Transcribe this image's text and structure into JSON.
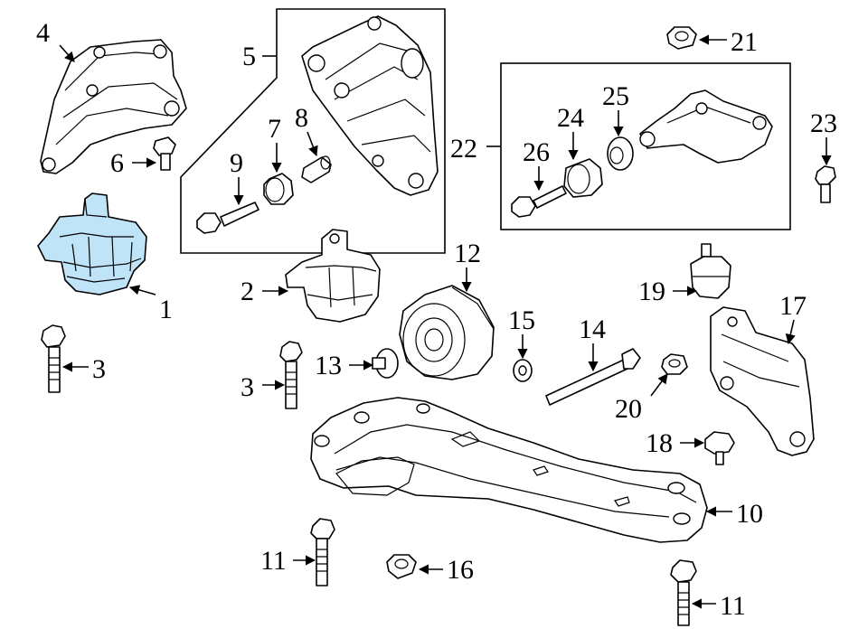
{
  "diagram": {
    "highlight_color": "#bfe3f7",
    "line_color": "#000000",
    "background": "#ffffff",
    "callouts": [
      {
        "id": "c1",
        "text": "1"
      },
      {
        "id": "c2",
        "text": "2"
      },
      {
        "id": "c3a",
        "text": "3"
      },
      {
        "id": "c3b",
        "text": "3"
      },
      {
        "id": "c4",
        "text": "4"
      },
      {
        "id": "c5",
        "text": "5"
      },
      {
        "id": "c6",
        "text": "6"
      },
      {
        "id": "c7",
        "text": "7"
      },
      {
        "id": "c8",
        "text": "8"
      },
      {
        "id": "c9",
        "text": "9"
      },
      {
        "id": "c10",
        "text": "10"
      },
      {
        "id": "c11a",
        "text": "11"
      },
      {
        "id": "c11b",
        "text": "11"
      },
      {
        "id": "c12",
        "text": "12"
      },
      {
        "id": "c13",
        "text": "13"
      },
      {
        "id": "c14",
        "text": "14"
      },
      {
        "id": "c15",
        "text": "15"
      },
      {
        "id": "c16",
        "text": "16"
      },
      {
        "id": "c17",
        "text": "17"
      },
      {
        "id": "c18",
        "text": "18"
      },
      {
        "id": "c19",
        "text": "19"
      },
      {
        "id": "c20",
        "text": "20"
      },
      {
        "id": "c21",
        "text": "21"
      },
      {
        "id": "c22",
        "text": "22"
      },
      {
        "id": "c23",
        "text": "23"
      },
      {
        "id": "c24",
        "text": "24"
      },
      {
        "id": "c25",
        "text": "25"
      },
      {
        "id": "c26",
        "text": "26"
      }
    ]
  }
}
